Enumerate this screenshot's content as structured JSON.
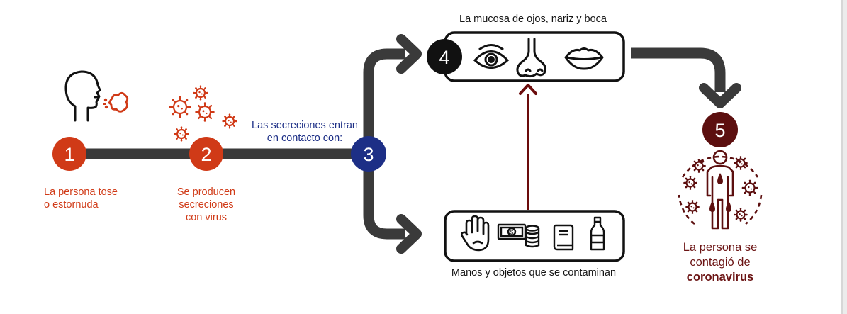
{
  "colors": {
    "orange": "#d03a17",
    "blue": "#1d2f86",
    "black": "#111111",
    "maroon": "#5c0f0f",
    "path": "#3a3a3a",
    "link": "#6b0c0c"
  },
  "steps": [
    {
      "number": "1",
      "label_lines": [
        "La persona tose",
        "o estornuda"
      ]
    },
    {
      "number": "2",
      "label_lines": [
        "Se producen",
        "secreciones",
        "con virus"
      ]
    },
    {
      "number": "3",
      "label_lines": [
        "Las secreciones entran",
        "en contacto con:"
      ]
    },
    {
      "number": "4",
      "label": "La mucosa de ojos, nariz y boca",
      "icons": [
        "eye-icon",
        "nose-icon",
        "mouth-icon"
      ]
    },
    {
      "number": "5",
      "label_lines": [
        "La persona se",
        "contagió de"
      ],
      "label_emphasis": "coronavirus"
    }
  ],
  "contaminated": {
    "label": "Manos y objetos que se contaminan",
    "icons": [
      "hand-icon",
      "money-icon",
      "book-icon",
      "bottle-icon"
    ]
  }
}
